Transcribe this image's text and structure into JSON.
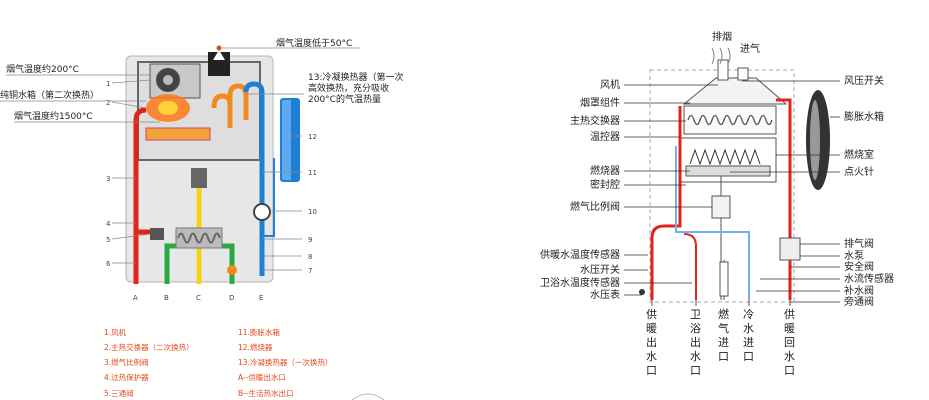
{
  "left": {
    "callouts": {
      "flue_low": "烟气温度低于50°C",
      "flue_200": "烟气温度约200°C",
      "copper": "纯铜水箱（第二次换热）",
      "flue_1500": "烟气温度约1500°C",
      "condense": [
        "13:冷凝换热器（第一次",
        "高效换热，充分吸收",
        "200°C的气温热量"
      ]
    },
    "numbers_left": [
      "1",
      "2",
      "3",
      "4",
      "5",
      "6"
    ],
    "numbers_right": [
      "12",
      "11",
      "10",
      "9",
      "8",
      "7"
    ],
    "ports": [
      "A",
      "B",
      "C",
      "D",
      "E"
    ],
    "legend_col1": [
      "1.风机",
      "2.主热交换器（二次换热）",
      "3.燃气比例阀",
      "4.过热保护器",
      "5.三通阀"
    ],
    "legend_col2": [
      "11.膨胀水箱",
      "12.燃烧器",
      "13.冷凝换热器（一次换热）",
      "A--供暖出水口",
      "B--生活热水出口"
    ]
  },
  "right": {
    "top": [
      "排烟",
      "进气"
    ],
    "left_labels": [
      "风机",
      "烟罩组件",
      "主热交换器",
      "温控器",
      "燃烧器",
      "密封腔",
      "燃气比例阀",
      "供暖水温度传感器",
      "水压开关",
      "卫浴水温度传感器",
      "水压表"
    ],
    "right_labels": [
      "风压开关",
      "膨胀水箱",
      "燃烧室",
      "点火针",
      "排气阀",
      "水泵",
      "安全阀",
      "水流传感器",
      "补水阀",
      "旁通阀"
    ],
    "bottom": [
      "供暖出水口",
      "卫浴出水口",
      "燃气进口",
      "冷水进口",
      "供暖回水口"
    ]
  },
  "colors": {
    "hot": "#e2231a",
    "cold": "#1e7fd6",
    "gas": "#f3d21a",
    "green": "#2aa845",
    "orange": "#f08a1e"
  }
}
